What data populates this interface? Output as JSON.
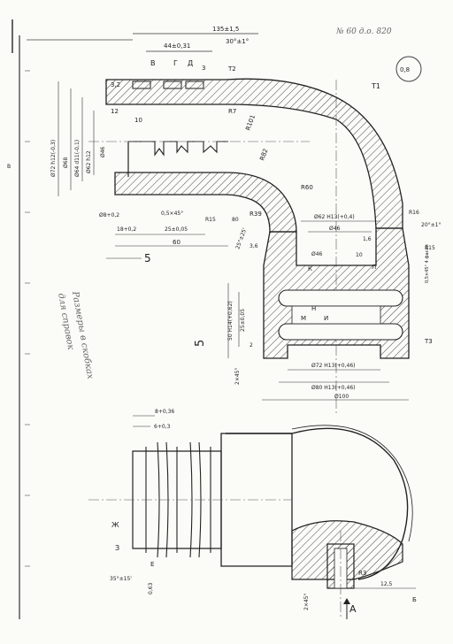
{
  "stamp": "№ 60 д.о. 820",
  "top_dims": {
    "total_len": "135±1,5",
    "len_44": "44±0,31",
    "angle_30": "30°±1°"
  },
  "section_letters": {
    "b": "В",
    "g": "Г",
    "d": "Д",
    "num3": "3",
    "t1": "Т1",
    "t2": "Т2"
  },
  "profile_labels": {
    "d32": "3,2",
    "d12": "12",
    "d10": "10",
    "d5": "5",
    "r7": "R7",
    "r101": "R101",
    "r82": "R82",
    "r60": "R60",
    "r39": "R39"
  },
  "vert_dims": [
    "Ø72 h12(-0,3)",
    "Ø68",
    "Ø64 d11(-0,1)",
    "Ø62 h12",
    "Ø46"
  ],
  "lower_dims": {
    "d8": "Ø8+0,2",
    "d05": "0,5×45°",
    "d18": "18+0,2",
    "d25": "25±0,05",
    "d60": "60",
    "r15a": "R15",
    "d80": "80",
    "d5b": "5"
  },
  "right_dims": {
    "d62": "Ø62 H13(+0,4)",
    "d46": "Ø46",
    "r16": "R16",
    "ang20": "20°±1°",
    "r15b": "R15",
    "s16": "1,6",
    "d46b": "Ø46",
    "len10": "10",
    "fillet": "0,5×45° 4 фаски"
  },
  "mid_dims": {
    "a25": "25°±25'",
    "b36": "3,6",
    "k": "К",
    "h": "Н",
    "m": "М",
    "i": "И",
    "l": "Л",
    "t3": "Т3",
    "d25b": "25±0,05",
    "d50": "50 H14(+0,62)",
    "d5c": "5",
    "d2": "2",
    "c2": "2×45°"
  },
  "bottom_dims": {
    "d72": "Ø72 H13(+0,46)",
    "d80": "Ø80 H13(+0,46)",
    "d100": "Ø100"
  },
  "handwriting": [
    "Размеры в скобках",
    "для справок"
  ],
  "view_b": {
    "d8": "8+0,36",
    "d6": "6+0,3",
    "zh": "Ж",
    "z": "З",
    "e": "Е",
    "ang": "35°±15'",
    "r063": "0,63",
    "r3": "R3",
    "d125": "12,5",
    "c2": "2×45°",
    "a": "А",
    "dim_b": "Б"
  },
  "side_marks": {
    "b_letter": "В"
  }
}
